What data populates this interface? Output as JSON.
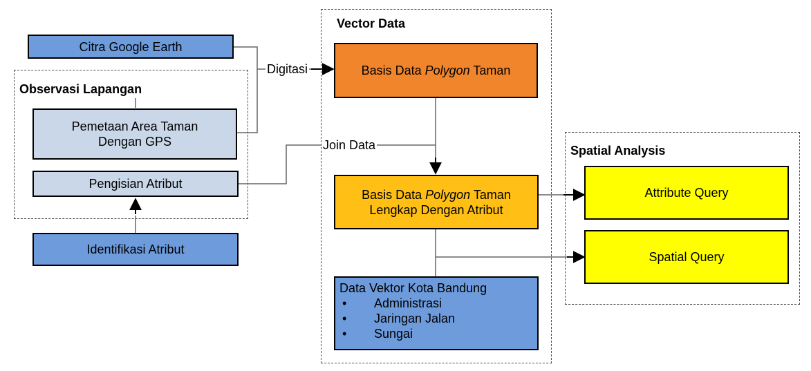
{
  "groups": {
    "observasi": {
      "title": "Observasi Lapangan"
    },
    "vector": {
      "title": "Vector Data"
    },
    "spatial": {
      "title": "Spatial Analysis"
    }
  },
  "nodes": {
    "citra": {
      "text": "Citra Google Earth"
    },
    "pemetaan": {
      "line1": "Pemetaan Area Taman",
      "line2": "Dengan GPS"
    },
    "pengisian": {
      "text": "Pengisian Atribut"
    },
    "identifikasi": {
      "text": "Identifikasi Atribut"
    },
    "basis1": {
      "prefix": "Basis Data ",
      "italic": "Polygon",
      "suffix": " Taman"
    },
    "basis2": {
      "prefix": "Basis Data ",
      "italic": "Polygon",
      "suffix": " Taman",
      "line2": "Lengkap Dengan Atribut"
    },
    "vektor": {
      "title": "Data Vektor Kota Bandung",
      "bullet": "•",
      "items": [
        "Administrasi",
        "Jaringan Jalan",
        "Sungai"
      ]
    },
    "attribute_query": {
      "text": "Attribute Query"
    },
    "spatial_query": {
      "text": "Spatial Query"
    }
  },
  "edge_labels": {
    "digitasi": "Digitasi",
    "join": "Join Data"
  },
  "colors": {
    "blue": "#6d9bdc",
    "light_blue": "#c9d7e8",
    "orange": "#f0852c",
    "amber": "#ffbf14",
    "yellow": "#ffff00"
  }
}
